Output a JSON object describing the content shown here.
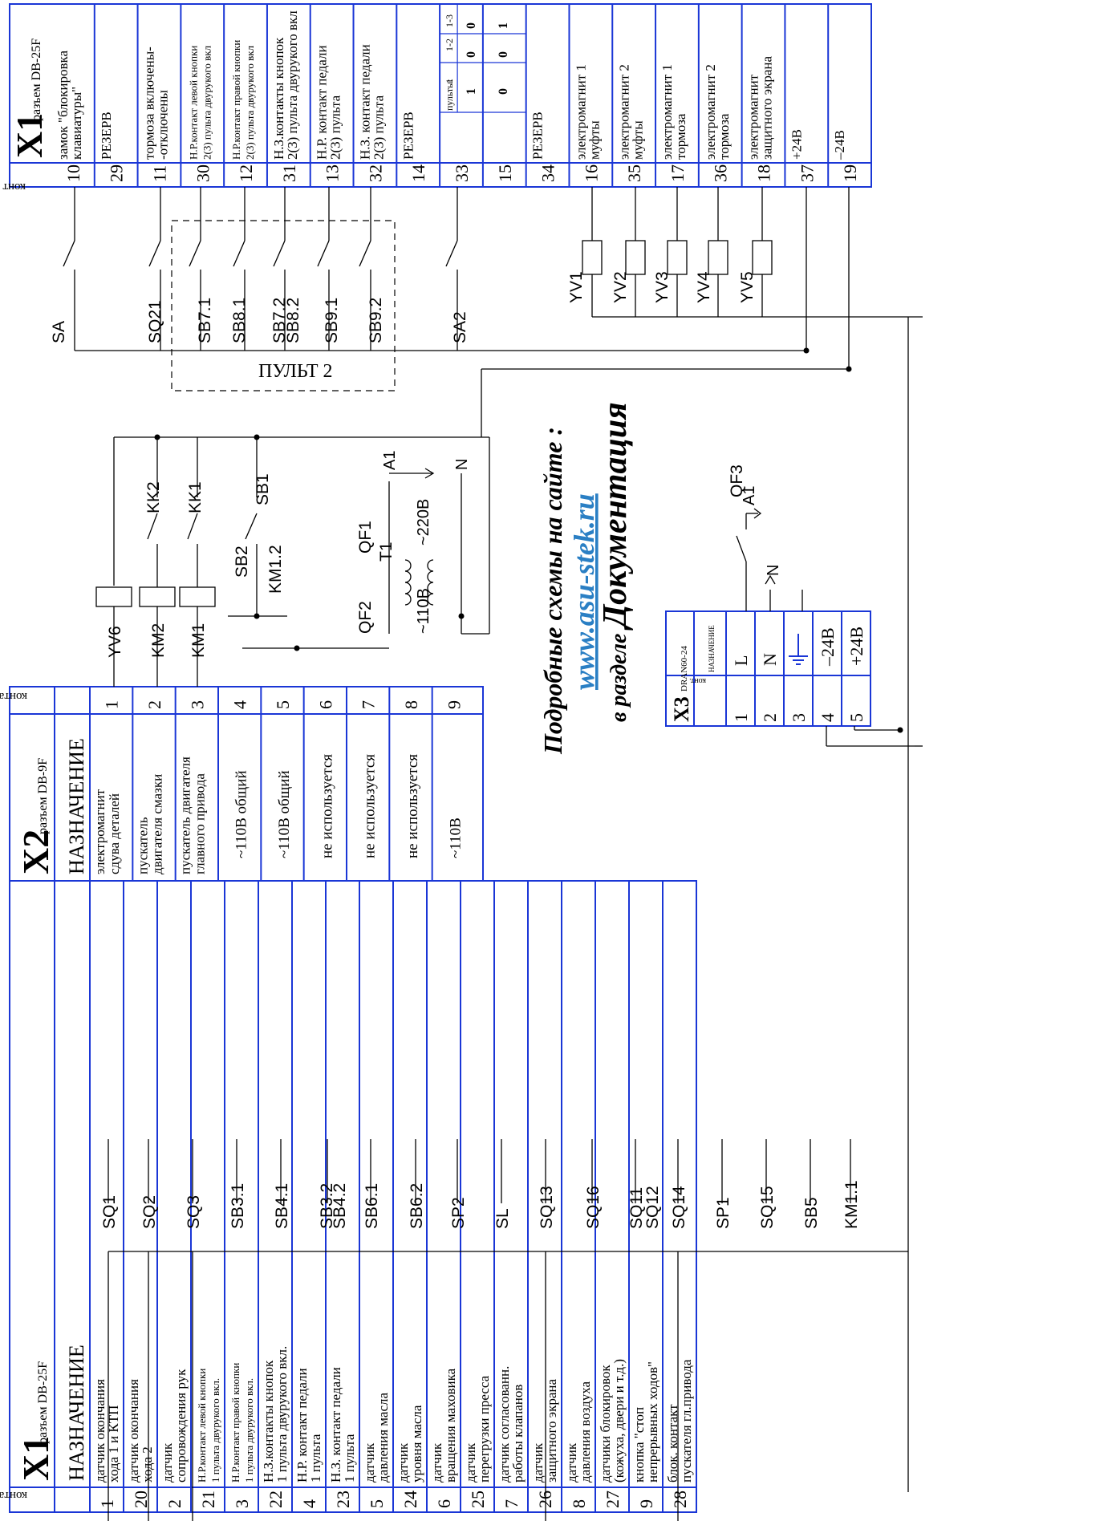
{
  "x1_top": {
    "title_big": "X1",
    "title_small": "разъем DB-25F",
    "header_contact": "конт",
    "rows": [
      {
        "pin": "10",
        "desc": [
          "замок \"блокировка",
          "клавиатуры\""
        ]
      },
      {
        "pin": "29",
        "desc": [
          "РЕЗЕРВ"
        ]
      },
      {
        "pin": "11",
        "desc": [
          "тормоза включены-",
          "-отключены"
        ]
      },
      {
        "pin": "30",
        "desc": [
          "Н.Р.контакт левой кнопки",
          "2(3) пульта двурукого вкл"
        ]
      },
      {
        "pin": "12",
        "desc": [
          "Н.Р.контакт правой кнопки",
          "2(3) пульта двурукого вкл"
        ]
      },
      {
        "pin": "31",
        "desc": [
          "Н.З.контакты кнопок",
          "2(3) пульта двурукого вкл"
        ]
      },
      {
        "pin": "13",
        "desc": [
          "Н.Р. контакт педали",
          "2(3) пульта"
        ]
      },
      {
        "pin": "32",
        "desc": [
          "Н.З. контакт педали",
          "2(3) пульта"
        ]
      },
      {
        "pin": "14",
        "desc": [
          "РЕЗЕРВ"
        ]
      },
      {
        "pin": "33",
        "desc": []
      },
      {
        "pin": "15",
        "desc": []
      },
      {
        "pin": "34",
        "desc": [
          "РЕЗЕРВ"
        ]
      },
      {
        "pin": "16",
        "desc": [
          "электромагнит 1",
          "муфты"
        ]
      },
      {
        "pin": "35",
        "desc": [
          "электромагнит 2",
          "муфты"
        ]
      },
      {
        "pin": "17",
        "desc": [
          "электромагнит 1",
          "тормоза"
        ]
      },
      {
        "pin": "36",
        "desc": [
          "электромагнит 2",
          "тормоза"
        ]
      },
      {
        "pin": "18",
        "desc": [
          "электромагнит",
          "защитного экрана"
        ]
      },
      {
        "pin": "37",
        "desc": [
          "+24В"
        ]
      },
      {
        "pin": "19",
        "desc": [
          "–24В"
        ]
      }
    ],
    "pults": {
      "label": "пульты:",
      "cols": [
        "1",
        "1-2",
        "1-3"
      ],
      "row33": [
        "1",
        "0",
        "0"
      ],
      "row15": [
        "0",
        "0",
        "1"
      ]
    }
  },
  "x1_bottom": {
    "title_big": "X1",
    "title_small": "разъем DB-25F",
    "header_contact": "контакт",
    "header_purpose": "НАЗНАЧЕНИЕ",
    "rows": [
      {
        "pin": "1",
        "desc": [
          "датчик окончания",
          "хода 1 и КТП"
        ]
      },
      {
        "pin": "20",
        "desc": [
          "датчик окончания",
          "хода 2"
        ]
      },
      {
        "pin": "2",
        "desc": [
          "датчик",
          "сопровождения рук"
        ]
      },
      {
        "pin": "21",
        "desc": [
          "Н.Р.контакт левой кнопки",
          "1 пульта двурукого вкл."
        ]
      },
      {
        "pin": "3",
        "desc": [
          "Н.Р.контакт правой кнопки",
          "1 пульта двурукого вкл."
        ]
      },
      {
        "pin": "22",
        "desc": [
          "Н.З.контакты кнопок",
          "1 пульта двурукого вкл."
        ]
      },
      {
        "pin": "4",
        "desc": [
          "Н.Р. контакт педали",
          "1 пульта"
        ]
      },
      {
        "pin": "23",
        "desc": [
          "Н.З. контакт педали",
          "1 пульта"
        ]
      },
      {
        "pin": "5",
        "desc": [
          "датчик",
          "давления масла"
        ]
      },
      {
        "pin": "24",
        "desc": [
          "датчик",
          "уровня масла"
        ]
      },
      {
        "pin": "6",
        "desc": [
          "датчик",
          "вращения маховика"
        ]
      },
      {
        "pin": "25",
        "desc": [
          "датчик",
          "перегрузки пресса"
        ]
      },
      {
        "pin": "7",
        "desc": [
          "датчик согласованн.",
          "работы клапанов"
        ]
      },
      {
        "pin": "26",
        "desc": [
          "датчик",
          "защитного экрана"
        ]
      },
      {
        "pin": "8",
        "desc": [
          "датчик",
          "давления воздуха"
        ]
      },
      {
        "pin": "27",
        "desc": [
          "датчики блокировок",
          "(кожуха, двери и т.д.)"
        ]
      },
      {
        "pin": "9",
        "desc": [
          "кнопка \"стоп",
          "непрерывных ходов\""
        ]
      },
      {
        "pin": "28",
        "desc": [
          "блок. контакт",
          "пускателя гл.привода"
        ]
      }
    ]
  },
  "x2": {
    "title_big": "X2",
    "title_small": "разъем DB-9F",
    "header_contact": "контакт",
    "header_purpose": "НАЗНАЧЕНИЕ",
    "rows": [
      {
        "pin": "1",
        "desc": [
          "электромагнит",
          "сдува деталей"
        ]
      },
      {
        "pin": "2",
        "desc": [
          "пускатель",
          "двигателя смазки"
        ]
      },
      {
        "pin": "3",
        "desc": [
          "пускатель двигателя",
          "главного привода"
        ]
      },
      {
        "pin": "4",
        "desc": [
          "~110В общий"
        ]
      },
      {
        "pin": "5",
        "desc": [
          "~110В общий"
        ]
      },
      {
        "pin": "6",
        "desc": [
          "не используется"
        ]
      },
      {
        "pin": "7",
        "desc": [
          "не используется"
        ]
      },
      {
        "pin": "8",
        "desc": [
          "не используется"
        ]
      },
      {
        "pin": "9",
        "desc": [
          "~110В"
        ]
      }
    ]
  },
  "x3": {
    "title_big": "X3",
    "title_small": "DRAN60-24",
    "header_contact": "конт.",
    "header_purpose": "НАЗНАЧЕНИЕ",
    "rows": [
      {
        "pin": "1",
        "desc": "L"
      },
      {
        "pin": "2",
        "desc": "N"
      },
      {
        "pin": "3",
        "desc": ""
      },
      {
        "pin": "4",
        "desc": "–24В"
      },
      {
        "pin": "5",
        "desc": "+24В"
      }
    ]
  },
  "labels": {
    "top_devices": [
      "SA",
      "SQ21",
      "SB7.1",
      "SB8.1",
      "SB7.2",
      "SB8.2",
      "SB9.1",
      "SB9.2",
      "SA2",
      "YV1",
      "YV2",
      "YV3",
      "YV4",
      "YV5"
    ],
    "pult2": "ПУЛЬТ  2",
    "bottom_devices": [
      "SQ1",
      "SQ2",
      "SQ3",
      "SB3.1",
      "SB4.1",
      "SB3.2",
      "SB4.2",
      "SB6.1",
      "SB6.2",
      "SP2",
      "SL",
      "SQ13",
      "SQ16",
      "SQ11",
      "SQ12",
      "SQ14",
      "SP1",
      "SQ15",
      "SB5",
      "KM1.1"
    ],
    "mid_devices": [
      "YV6",
      "KM2",
      "KM1",
      "KK2",
      "KK1",
      "SB1",
      "SB2",
      "KM1.2",
      "QF1",
      "QF2",
      "T1",
      "QF3"
    ],
    "arrow_a1": "A1",
    "arrow_n": "N",
    "arrow_a1_b": "A1",
    "arrow_n_b": "N",
    "v220": "~220В",
    "v110": "~110В"
  },
  "promo": {
    "line1": "Подробные схемы на сайте :",
    "url": "www.asu-stek.ru",
    "line3a": "в разделе",
    "line3b": "Документация"
  },
  "colors": {
    "table": "#1a36d6",
    "link": "#2a7fc4"
  }
}
